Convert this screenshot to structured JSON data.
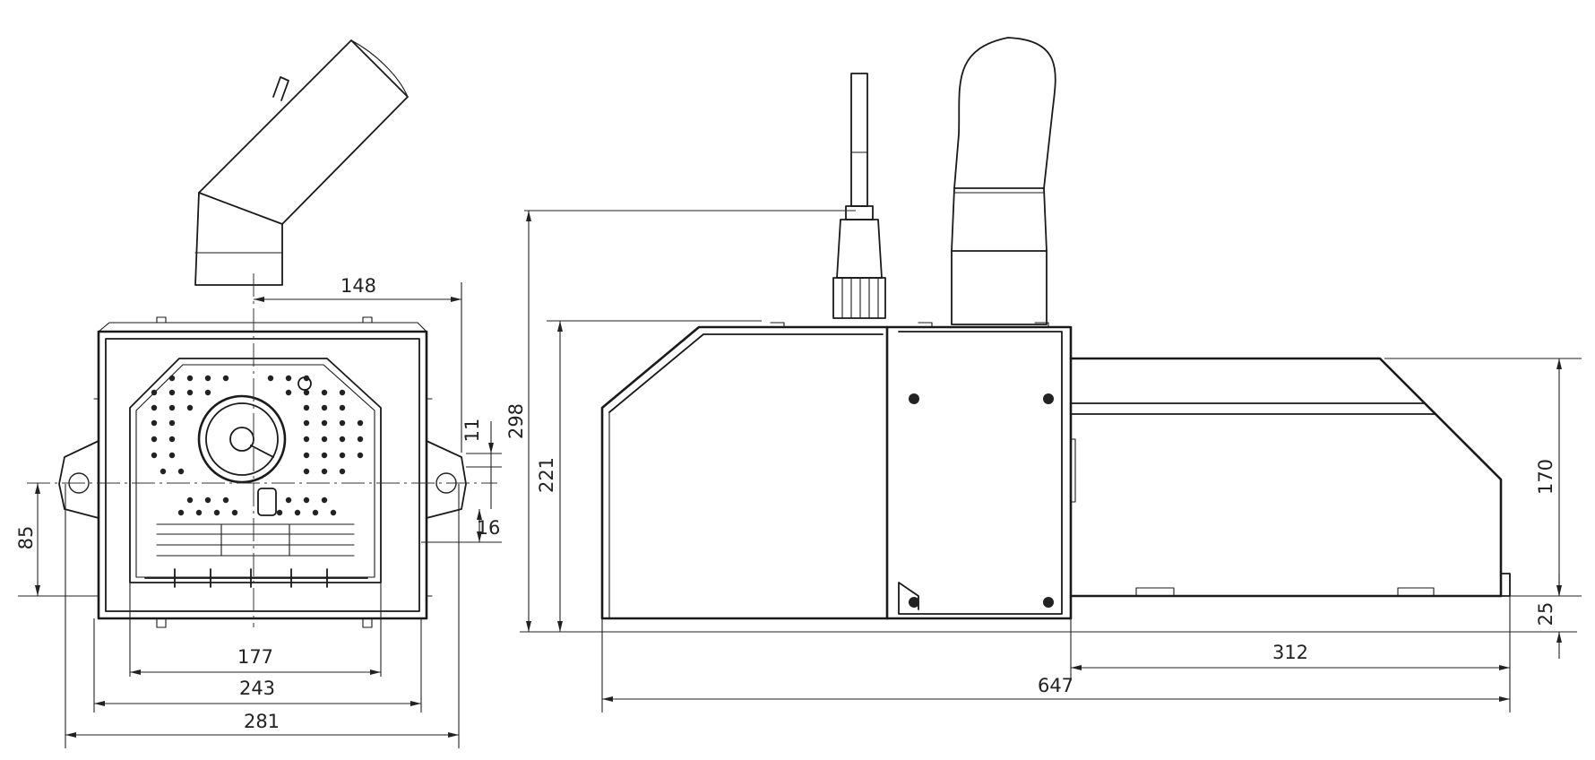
{
  "drawing": {
    "front_view_dimensions": {
      "nozzle_offset": "148",
      "center_to_bracket_top": "11",
      "bracket_step": "16",
      "center_height": "85",
      "inner_width": "177",
      "mid_width": "243",
      "overall_width": "281"
    },
    "side_view_dimensions": {
      "overall_height": "298",
      "body_height": "221",
      "feeder_height": "170",
      "feeder_offset": "25",
      "feeder_length": "312",
      "overall_length": "647"
    }
  }
}
